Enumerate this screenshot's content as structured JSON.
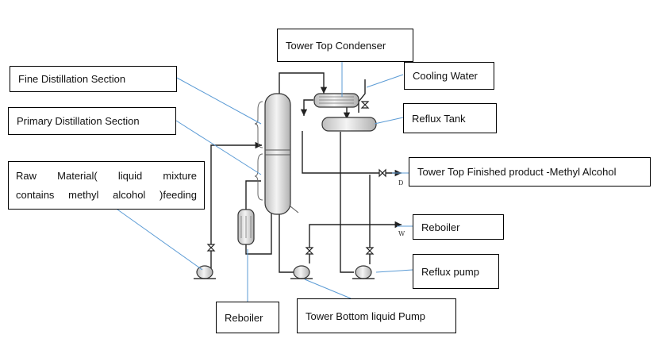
{
  "labels": {
    "tower_top_condenser": "Tower Top Condenser",
    "cooling_water": "Cooling Water",
    "fine_distillation": "Fine Distillation Section",
    "primary_distillation": "Primary Distillation Section",
    "reflux_tank": "Reflux Tank",
    "raw_material_line1": "Raw Material( liquid mixture",
    "raw_material_line2": "contains methyl alcohol )feeding",
    "top_product": "Tower Top Finished product -Methyl Alcohol",
    "reboiler_right": "Reboiler",
    "reflux_pump": "Reflux pump",
    "reboiler_bottom": "Reboiler",
    "bottom_pump": "Tower Bottom liquid Pump"
  },
  "streams": {
    "distillate": "D",
    "waste": "W"
  },
  "colors": {
    "leader_line": "#5b9bd5",
    "equipment_fill": "#e4e4e4",
    "pipe": "#222222"
  }
}
